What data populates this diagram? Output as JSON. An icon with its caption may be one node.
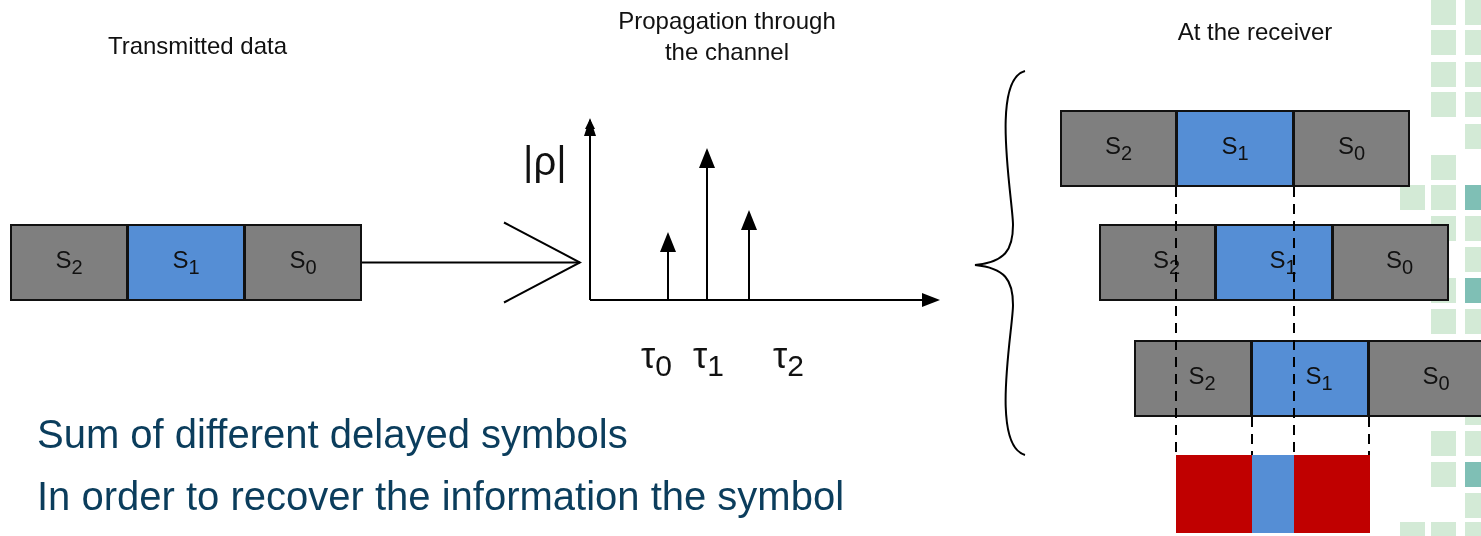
{
  "diagram": {
    "nodes": [
      {
        "text": [
          "S$_{2}$"
        ]
      },
      {
        "text": [
          "S$_{1}$"
        ]
      },
      {
        "text": [
          "S$_{0}$"
        ]
      },
      {
        "text": [],
        "shape": "picture",
        "beside": [
          "|ρ|",
          "τ$_{0}$",
          "τ$_{1}$",
          "τ$_{2}$"
        ]
      },
      {
        "text": [
          "S$_{2}$"
        ]
      },
      {
        "text": [
          "S$_{1}$"
        ]
      },
      {
        "text": [
          "S$_{0}$"
        ]
      },
      {
        "text": [
          "S$_{2}$"
        ]
      },
      {
        "text": [
          "S$_{1}$"
        ]
      },
      {
        "text": [
          "S$_{0}$"
        ]
      },
      {
        "text": [
          "S$_{2}$"
        ]
      },
      {
        "text": [
          "S$_{1}$"
        ]
      },
      {
        "text": [
          "S$_{0}$"
        ]
      },
      {
        "text": [],
        "shape": "box"
      },
      {
        "text": [],
        "shape": "box"
      },
      {
        "text": [],
        "shape": "box"
      }
    ],
    "edges": [
      {
        "from": 2,
        "to": 3,
        "arrow": "to"
      }
    ],
    "labels": [
      "Transmitted data",
      "Propagation through the channel",
      "At the receiver",
      "Sum of  different delayed symbols",
      "In order to recover the information the symbol"
    ]
  }
}
